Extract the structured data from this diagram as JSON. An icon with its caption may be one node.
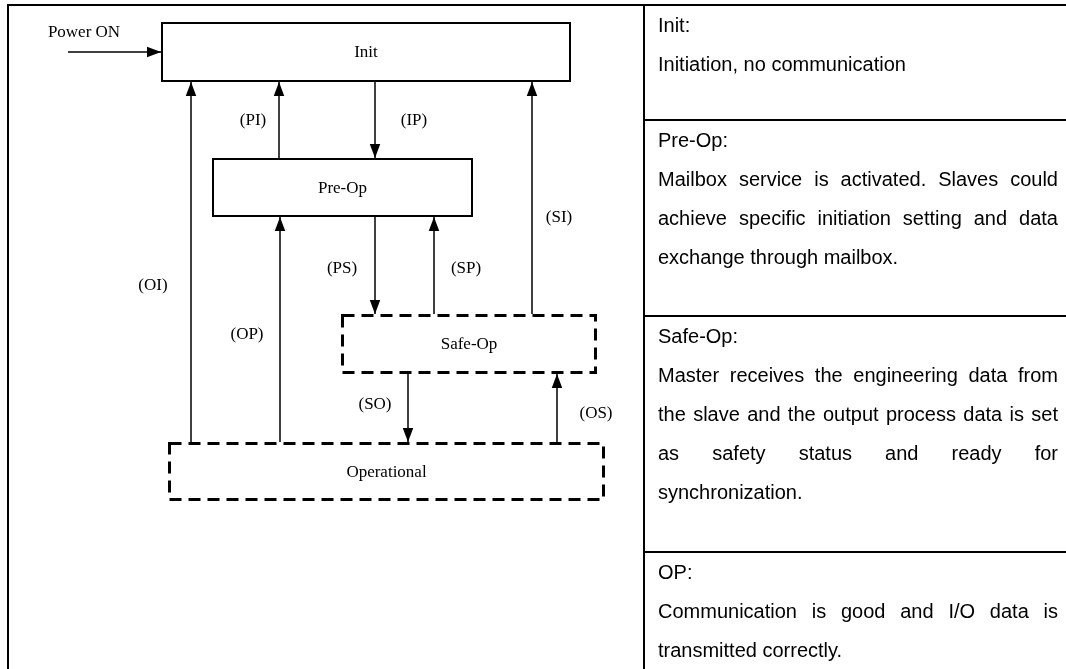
{
  "diagram": {
    "nodes": [
      {
        "text": [
          "Power ON"
        ]
      },
      {
        "text": [
          "Init"
        ]
      },
      {
        "text": [
          "Pre-Op"
        ]
      },
      {
        "text": [
          "Safe-Op"
        ]
      },
      {
        "text": [
          "Operational"
        ]
      }
    ],
    "edges": [
      {
        "from": 0,
        "to": 1,
        "arrow": "to"
      },
      {
        "from": 2,
        "to": 1,
        "arrow": "to",
        "label": "(PI)"
      },
      {
        "from": 1,
        "to": 2,
        "arrow": "to",
        "label": "(IP)"
      },
      {
        "from": 3,
        "to": 1,
        "arrow": "to",
        "label": "(SI)"
      },
      {
        "from": 4,
        "to": 1,
        "arrow": "to",
        "label": "(OI)"
      },
      {
        "from": 2,
        "to": 3,
        "arrow": "to",
        "label": "(PS)"
      },
      {
        "from": 3,
        "to": 2,
        "arrow": "to",
        "label": "(SP)"
      },
      {
        "from": 4,
        "to": 2,
        "arrow": "to",
        "label": "(OP)"
      },
      {
        "from": 3,
        "to": 4,
        "arrow": "to",
        "label": "(SO)"
      },
      {
        "from": 4,
        "to": 3,
        "arrow": "to",
        "label": "(OS)"
      }
    ],
    "labels": [
      "Init:",
      "Initiation, no communication",
      "Pre-Op:",
      "Mailbox service is activated. Slaves could achieve specific initiation setting and data exchange through mailbox.",
      "Safe-Op:",
      "Master receives the engineering data from the slave and the output process data is set as safety status and ready for synchronization.",
      "OP:",
      "Communication is good and I/O data is transmitted correctly."
    ]
  }
}
